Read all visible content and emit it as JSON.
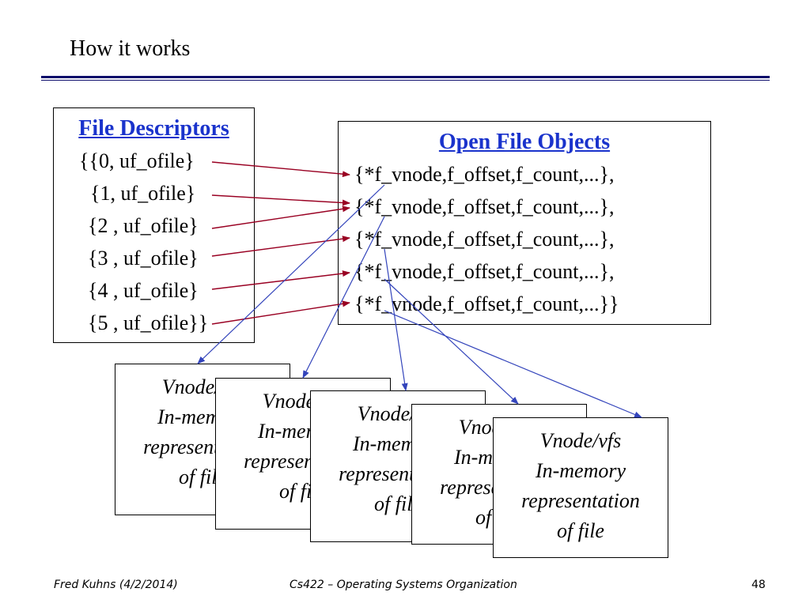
{
  "title": "How it works",
  "file_descriptors": {
    "heading": "File Descriptors",
    "lines": [
      "{{0, uf_ofile}",
      "{1, uf_ofile}",
      "{2 , uf_ofile}",
      "{3 , uf_ofile}",
      "{4 , uf_ofile}",
      "{5 , uf_ofile}}"
    ]
  },
  "open_file_objects": {
    "heading": "Open File Objects",
    "lines": [
      "{*f_vnode,f_offset,f_count,...},",
      "{*f_vnode,f_offset,f_count,...},",
      "{*f_vnode,f_offset,f_count,...},",
      "{*f_vnode,f_offset,f_count,...},",
      "{*f_vnode,f_offset,f_count,...}}"
    ]
  },
  "vnode_card": {
    "lines": [
      "Vnode/vfs",
      "In-memory",
      "representation",
      "of file"
    ]
  },
  "colors": {
    "fd_to_ofo_arrows": "#990022",
    "ofo_to_vnode_arrows": "#3344bb",
    "heading": "#1a33cc",
    "title_rule": "#0a0a6a"
  },
  "footer": {
    "author": "Fred Kuhns (4/2/2014)",
    "course": "Cs422 – Operating Systems Organization",
    "page": "48"
  }
}
